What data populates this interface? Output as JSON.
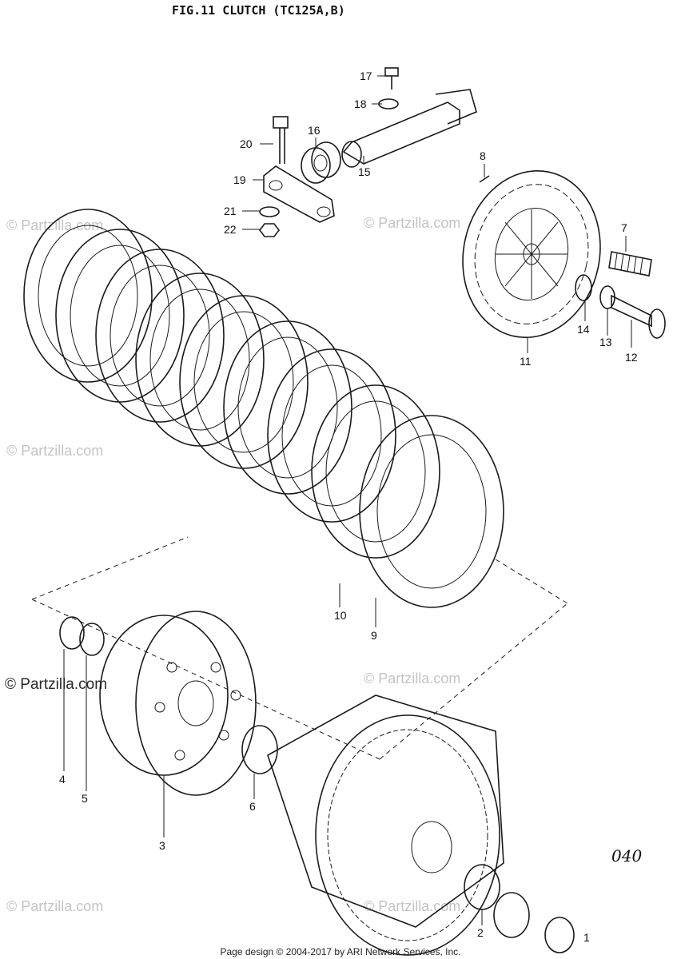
{
  "figure": {
    "title": "FIG.11   CLUTCH (TC125A,B)",
    "page_code": "040"
  },
  "callouts": [
    {
      "id": "17",
      "label": "17"
    },
    {
      "id": "18",
      "label": "18"
    },
    {
      "id": "16",
      "label": "16"
    },
    {
      "id": "20",
      "label": "20"
    },
    {
      "id": "15",
      "label": "15"
    },
    {
      "id": "19",
      "label": "19"
    },
    {
      "id": "8",
      "label": "8"
    },
    {
      "id": "21",
      "label": "21"
    },
    {
      "id": "22",
      "label": "22"
    },
    {
      "id": "7",
      "label": "7"
    },
    {
      "id": "14",
      "label": "14"
    },
    {
      "id": "13",
      "label": "13"
    },
    {
      "id": "12",
      "label": "12"
    },
    {
      "id": "11",
      "label": "11"
    },
    {
      "id": "10",
      "label": "10"
    },
    {
      "id": "9",
      "label": "9"
    },
    {
      "id": "4",
      "label": "4"
    },
    {
      "id": "5",
      "label": "5"
    },
    {
      "id": "6",
      "label": "6"
    },
    {
      "id": "3",
      "label": "3"
    },
    {
      "id": "1",
      "label": "1"
    },
    {
      "id": "2",
      "label": "2"
    }
  ],
  "watermarks": {
    "text": "© Partzilla.com"
  },
  "footer": {
    "text": "Page design © 2004-2017 by ARI Network Services, Inc."
  }
}
